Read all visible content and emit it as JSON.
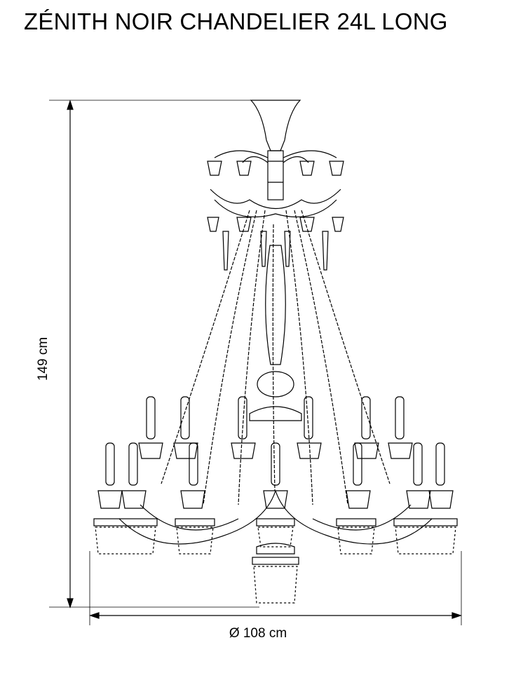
{
  "header": {
    "title": "ZÉNITH NOIR CHANDELIER 24L LONG"
  },
  "dimensions": {
    "height_label": "149 cm",
    "diameter_label": "Ø 108 cm"
  },
  "colors": {
    "line": "#000000",
    "background": "#ffffff"
  }
}
